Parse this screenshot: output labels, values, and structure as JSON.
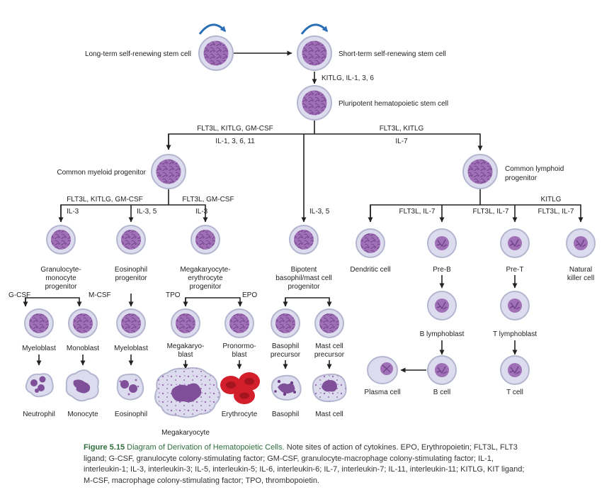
{
  "labels": {
    "lt_stem": "Long-term self-renewing stem cell",
    "st_stem": "Short-term self-renewing stem cell",
    "kitlg_il136": "KITLG, IL-1, 3, 6",
    "pluripotent": "Pluripotent hematopoietic stem cell",
    "left_branch_top": "FLT3L, KITLG, GM-CSF",
    "left_branch_bottom": "IL-1, 3, 6, 11",
    "right_branch_top": "FLT3L, KITLG",
    "right_branch_bottom": "IL-7",
    "cmp": "Common myeloid progenitor",
    "clp_1": "Common lymphoid",
    "clp_2": "progenitor",
    "cmp_left_factors": "FLT3L, KITLG, GM-CSF",
    "cmp_right_factors": "FLT3L, GM-CSF",
    "il3_a": "IL-3",
    "il35_a": "IL-3, 5",
    "il3_b": "IL-3",
    "il35_b": "IL-3, 5",
    "kitlg": "KITLG",
    "flt3l_il7_a": "FLT3L, IL-7",
    "flt3l_il7_b": "FLT3L, IL-7",
    "flt3l_il7_c": "FLT3L, IL-7",
    "gm_prog_1": "Granulocyte-",
    "gm_prog_2": "monocyte",
    "gm_prog_3": "progenitor",
    "eos_prog_1": "Eosinophil",
    "eos_prog_2": "progenitor",
    "mep_1": "Megakaryocyte-",
    "mep_2": "erythrocyte",
    "mep_3": "progenitor",
    "bmp_1": "Bipotent",
    "bmp_2": "basophil/mast cell",
    "bmp_3": "progenitor",
    "dendritic": "Dendritic cell",
    "pre_b": "Pre-B",
    "pre_t": "Pre-T",
    "nk_1": "Natural",
    "nk_2": "killer cell",
    "gcsf": "G-CSF",
    "mcsf": "M-CSF",
    "tpo": "TPO",
    "epo": "EPO",
    "myeloblast_1": "Myeloblast",
    "monoblast": "Monoblast",
    "myeloblast_2": "Myeloblast",
    "megakaryoblast_1": "Megakaryo-",
    "megakaryoblast_2": "blast",
    "pronormoblast_1": "Pronormo-",
    "pronormoblast_2": "blast",
    "baso_precursor_1": "Basophil",
    "baso_precursor_2": "precursor",
    "mast_precursor_1": "Mast cell",
    "mast_precursor_2": "precursor",
    "b_lymphoblast": "B lymphoblast",
    "t_lymphoblast": "T lymphoblast",
    "neutrophil": "Neutrophil",
    "monocyte": "Monocyte",
    "eosinophil": "Eosinophil",
    "megakaryocyte": "Megakaryocyte",
    "erythrocyte": "Erythrocyte",
    "basophil": "Basophil",
    "mast_cell": "Mast cell",
    "plasma_cell": "Plasma cell",
    "b_cell": "B cell",
    "t_cell": "T cell"
  },
  "caption": {
    "figure_label": "Figure 5.15",
    "title": "Diagram of Derivation of Hematopoietic Cells.",
    "text": "Note sites of action of cytokines. EPO, Erythropoietin; FLT3L, FLT3 ligand; G-CSF, granulocyte colony-stimulating factor; GM-CSF, granulocyte-macrophage colony-stimulating factor; IL-1, interleukin-1; IL-3, interleukin-3; IL-5, interleukin-5; IL-6, interleukin-6; IL-7, interleukin-7; IL-11, interleukin-11; KITLG, KIT ligand; M-CSF, macrophage colony-stimulating factor; TPO, thrombopoietin."
  },
  "colors": {
    "cell_halo": "#dcdcee",
    "cell_ring": "#b4b6d0",
    "nucleus": "#a070b6",
    "nucleus_dark": "#6e3f88",
    "erythrocyte": "#d31f2b",
    "caption_accent": "#2f6f3e",
    "self_renew_arrow": "#2a6fb6"
  }
}
